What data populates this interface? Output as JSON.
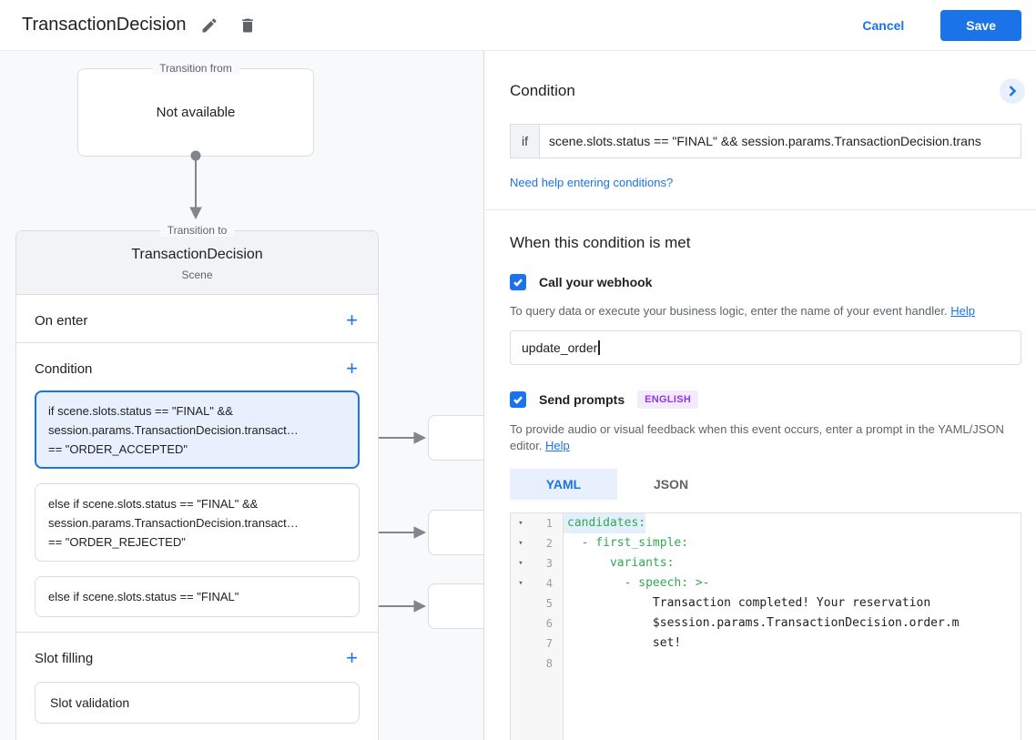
{
  "header": {
    "title": "TransactionDecision",
    "cancel_label": "Cancel",
    "save_label": "Save"
  },
  "flow": {
    "transition_from": {
      "legend": "Transition from",
      "content": "Not available"
    },
    "transition_to": {
      "legend": "Transition to",
      "title": "TransactionDecision",
      "subtitle": "Scene",
      "on_enter_label": "On enter",
      "condition_label": "Condition",
      "slot_filling_label": "Slot filling",
      "slot_card": "Slot validation",
      "conditions": [
        {
          "lines": [
            "if scene.slots.status == \"FINAL\" &&",
            "session.params.TransactionDecision.transact…",
            "== \"ORDER_ACCEPTED\""
          ]
        },
        {
          "lines": [
            "else if scene.slots.status == \"FINAL\" &&",
            "session.params.TransactionDecision.transact…",
            "== \"ORDER_REJECTED\""
          ]
        },
        {
          "lines": [
            "else if scene.slots.status == \"FINAL\""
          ]
        }
      ]
    }
  },
  "panel": {
    "condition_heading": "Condition",
    "if_label": "if",
    "if_value": "scene.slots.status == \"FINAL\" && session.params.TransactionDecision.trans",
    "help_link": "Need help entering conditions?",
    "when_heading": "When this condition is met",
    "webhook": {
      "label": "Call your webhook",
      "description": "To query data or execute your business logic, enter the name of your event handler.",
      "help": "Help",
      "value": "update_order"
    },
    "prompts": {
      "label": "Send prompts",
      "badge": "ENGLISH",
      "description": "To provide audio or visual feedback when this event occurs, enter a prompt in the YAML/JSON editor.",
      "help": "Help"
    },
    "tabs": {
      "yaml": "YAML",
      "json": "JSON"
    },
    "editor": {
      "lines": [
        {
          "num": "1",
          "key": "candidates:",
          "plain": ""
        },
        {
          "num": "2",
          "key": "  - first_simple:",
          "plain": ""
        },
        {
          "num": "3",
          "key": "      variants:",
          "plain": ""
        },
        {
          "num": "4",
          "key": "        - speech: >-",
          "plain": ""
        },
        {
          "num": "5",
          "key": "",
          "plain": "            Transaction completed! Your reservation"
        },
        {
          "num": "6",
          "key": "",
          "plain": "            $session.params.TransactionDecision.order.m"
        },
        {
          "num": "7",
          "key": "",
          "plain": "            set!"
        },
        {
          "num": "8",
          "key": "",
          "plain": ""
        }
      ]
    }
  },
  "colors": {
    "accent_blue": "#1a73e8",
    "selected_bg": "#e8f0fe",
    "code_green": "#34a853",
    "badge_purple": "#9334e6",
    "canvas_bg": "#f8f9fa"
  }
}
